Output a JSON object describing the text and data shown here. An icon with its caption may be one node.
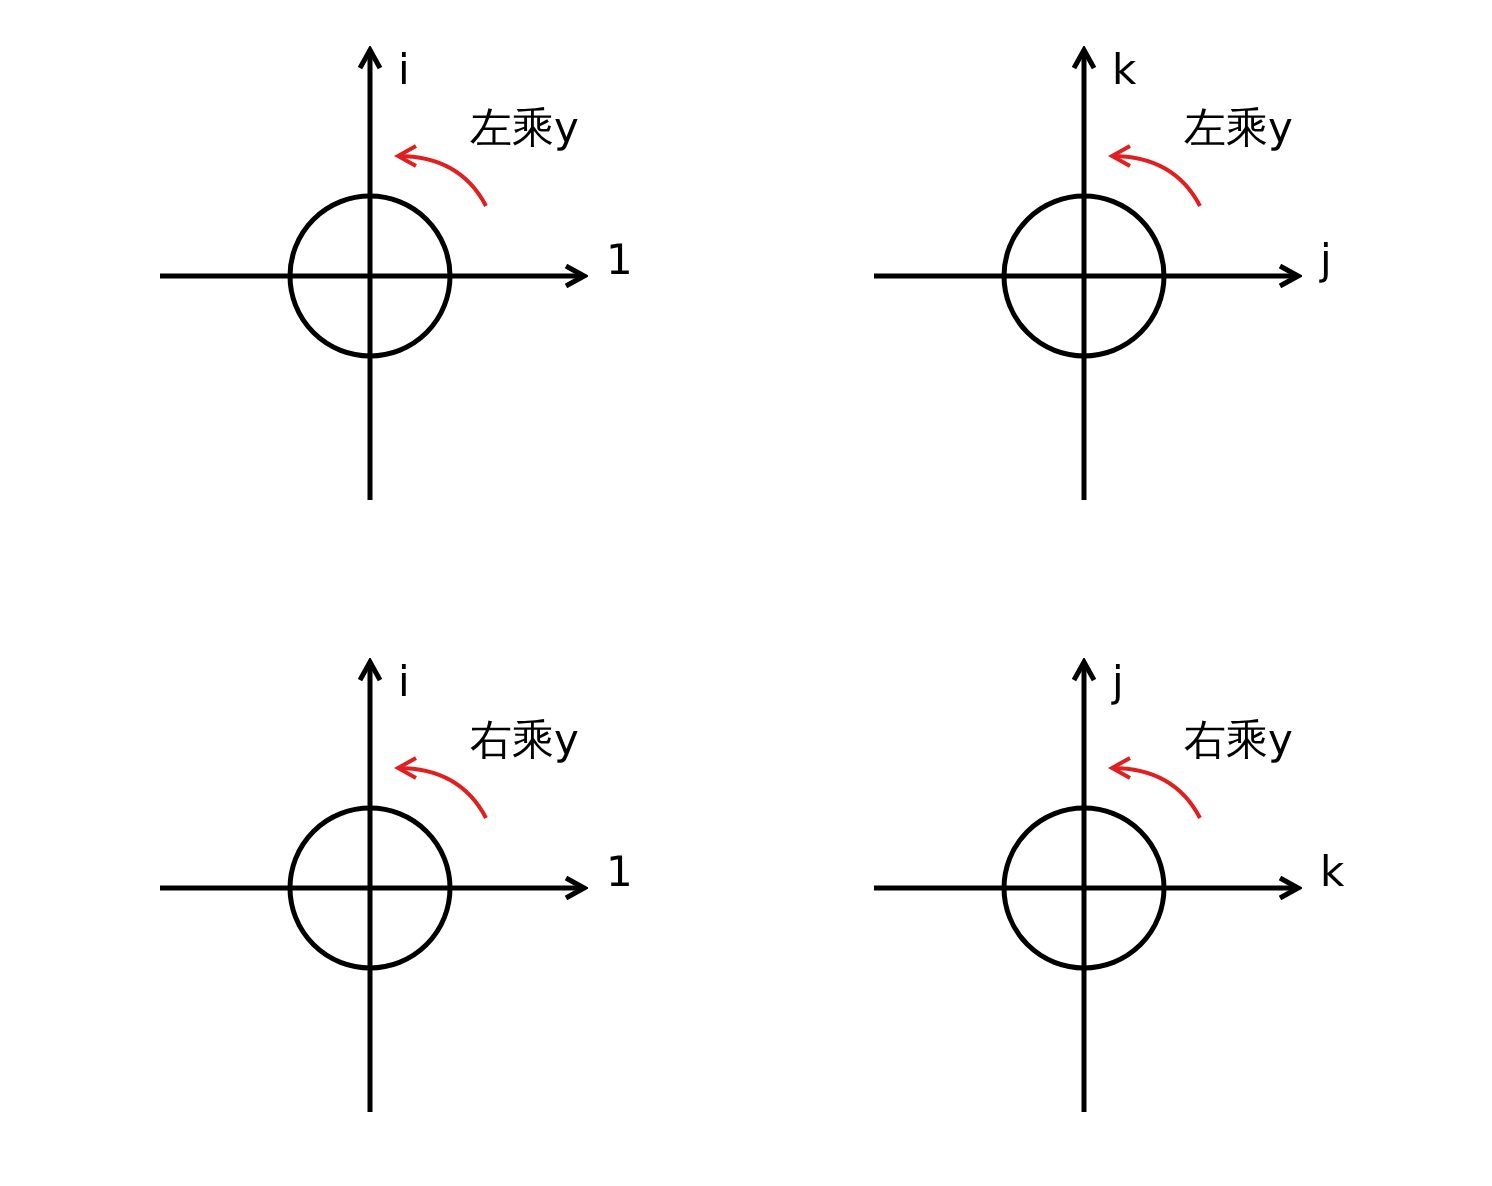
{
  "diagram": {
    "labels": [
      "i",
      "左乘y",
      "1",
      "k",
      "左乘y",
      "j",
      "i",
      "右乘y",
      "1",
      "j",
      "右乘y",
      "k"
    ]
  }
}
